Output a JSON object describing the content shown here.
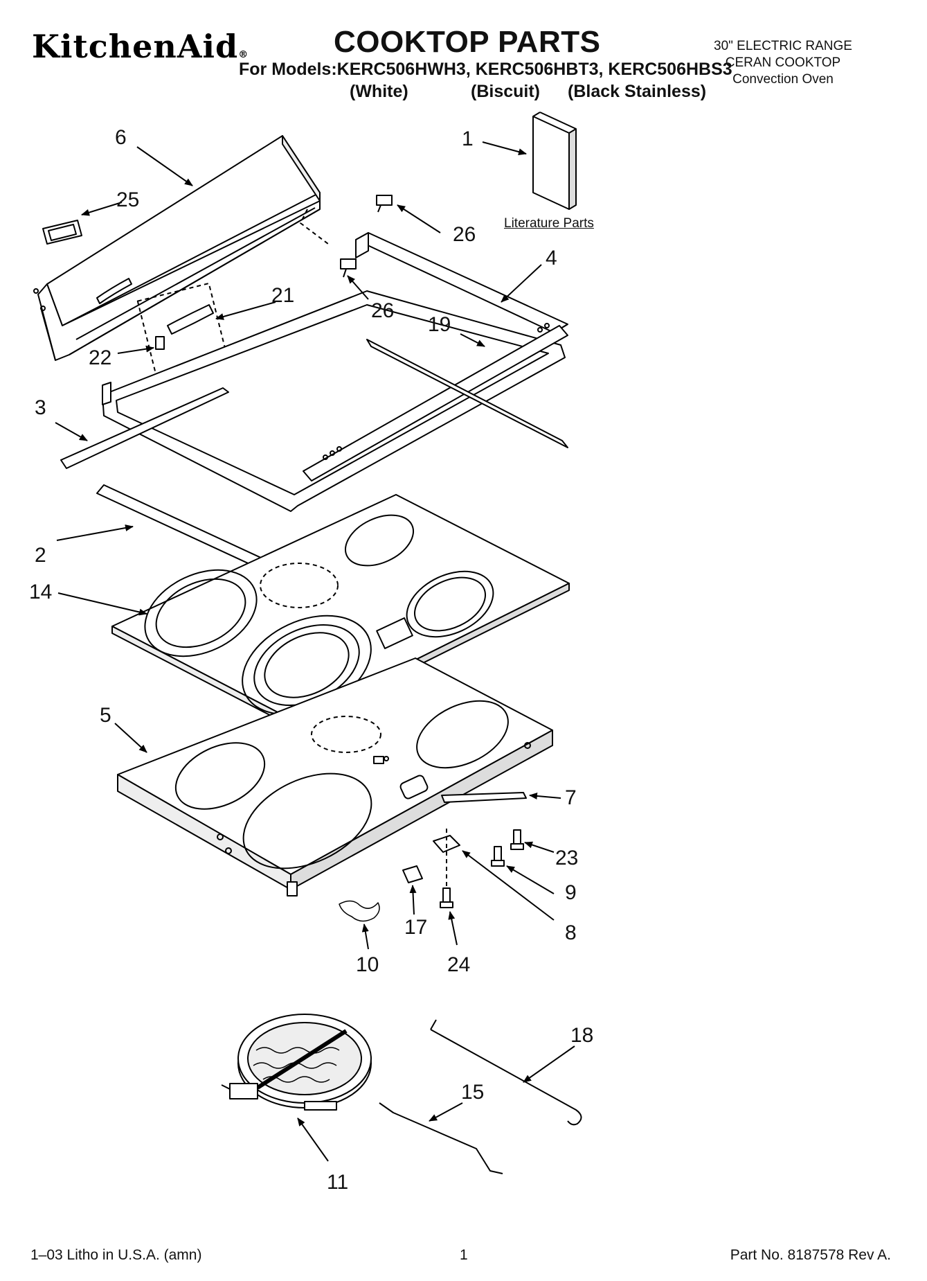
{
  "brand": {
    "logo": "KitchenAid",
    "reg": "®"
  },
  "header": {
    "title": "COOKTOP PARTS",
    "models": "For Models:KERC506HWH3, KERC506HBT3, KERC506HBS3",
    "variants": [
      "(White)",
      "(Biscuit)",
      "(Black Stainless)"
    ],
    "spec": [
      "30\" ELECTRIC RANGE",
      "CERAN COOKTOP",
      "Convection Oven"
    ]
  },
  "literature_label": "Literature Parts",
  "callouts": {
    "c1": "1",
    "c2": "2",
    "c3": "3",
    "c4": "4",
    "c5": "5",
    "c6": "6",
    "c7": "7",
    "c8": "8",
    "c9": "9",
    "c10": "10",
    "c11": "11",
    "c14": "14",
    "c15": "15",
    "c17": "17",
    "c18": "18",
    "c19": "19",
    "c21": "21",
    "c22": "22",
    "c23": "23",
    "c24": "24",
    "c25": "25",
    "c26a": "26",
    "c26b": "26"
  },
  "footer": {
    "left": "1–03 Litho in U.S.A. (amn)",
    "page": "1",
    "right": "Part No. 8187578 Rev A."
  }
}
